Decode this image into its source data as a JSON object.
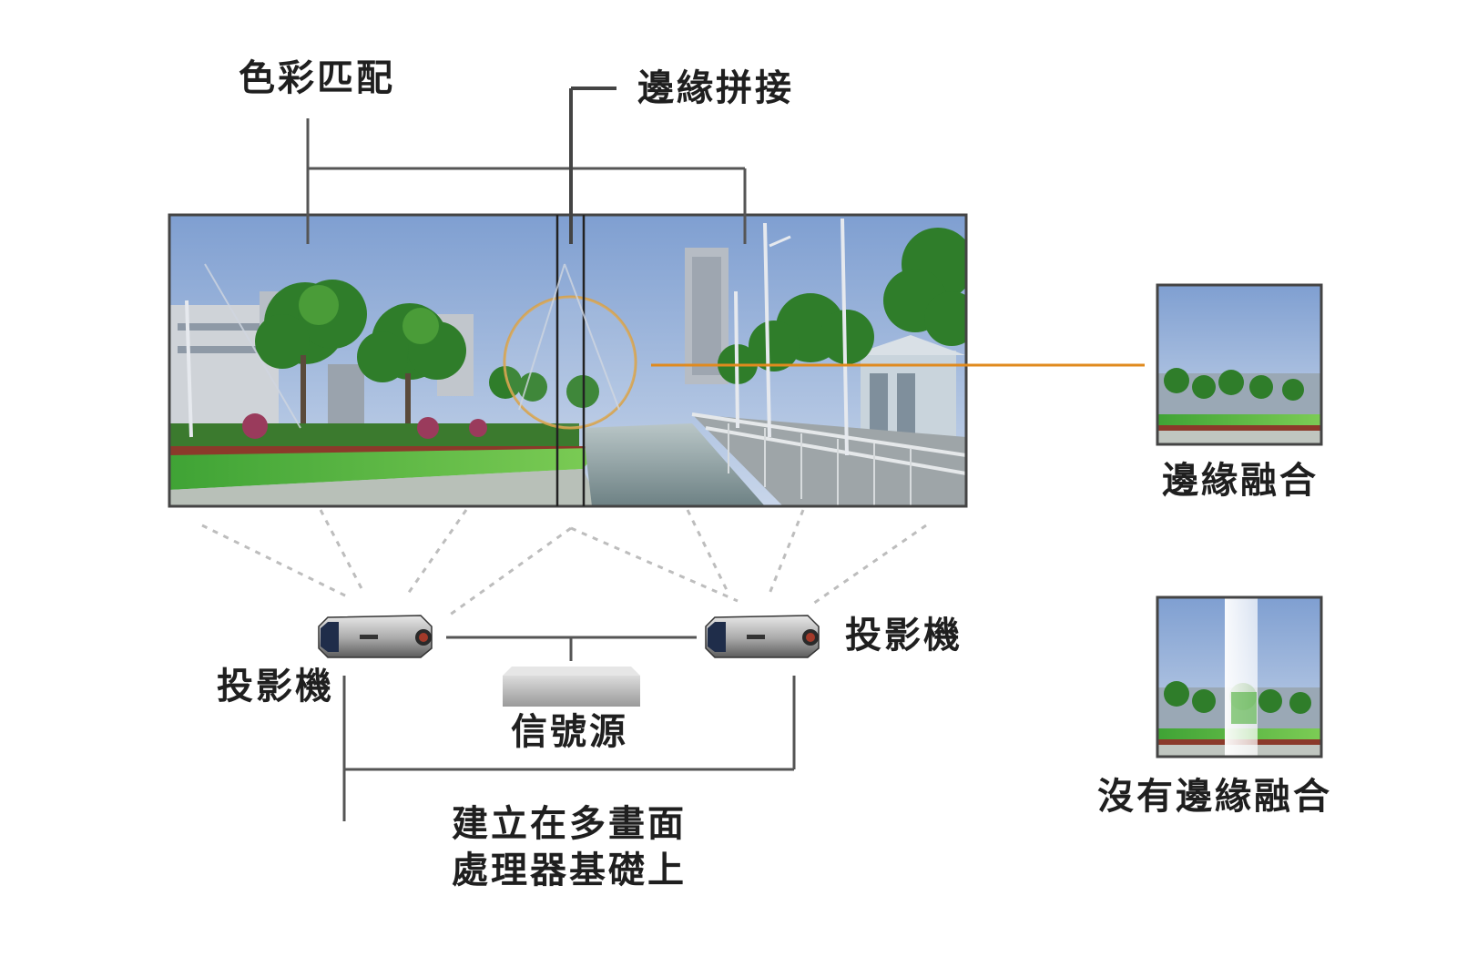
{
  "labels": {
    "color_matching": "色彩匹配",
    "edge_stitching": "邊緣拼接",
    "projector_left": "投影機",
    "projector_right": "投影機",
    "signal_source": "信號源",
    "multiscreen_line1": "建立在多畫面",
    "multiscreen_line2": "處理器基礎上",
    "edge_blending": "邊緣融合",
    "no_edge_blending": "沒有邊緣融合"
  },
  "colors": {
    "line": "#555555",
    "accent": "#e08a1e",
    "sky": "#9fb9de",
    "grass": "#4caf3a",
    "tree": "#2f7d2a"
  }
}
